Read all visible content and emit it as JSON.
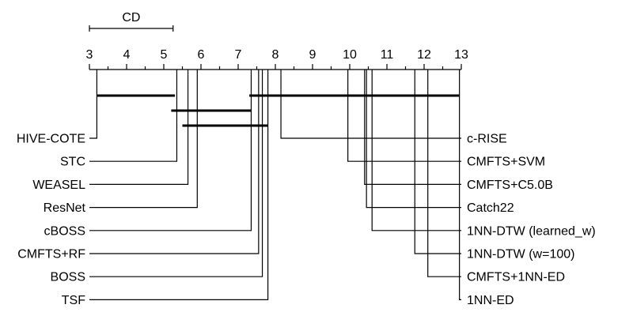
{
  "chart_data": {
    "type": "critical-difference-diagram",
    "cd_label": "CD",
    "cd_value": 2.25,
    "axis": {
      "min": 3,
      "max": 13,
      "ticks": [
        3,
        4,
        5,
        6,
        7,
        8,
        9,
        10,
        11,
        12,
        13
      ],
      "tick_labels": [
        "3",
        "4",
        "5",
        "6",
        "7",
        "8",
        "9",
        "10",
        "11",
        "12",
        "13"
      ]
    },
    "left_methods": [
      {
        "name": "HIVE-COTE",
        "rank": 3.2
      },
      {
        "name": "STC",
        "rank": 5.35
      },
      {
        "name": "WEASEL",
        "rank": 5.65
      },
      {
        "name": "ResNet",
        "rank": 5.9
      },
      {
        "name": "cBOSS",
        "rank": 7.35
      },
      {
        "name": "CMFTS+RF",
        "rank": 7.55
      },
      {
        "name": "BOSS",
        "rank": 7.65
      },
      {
        "name": "TSF",
        "rank": 7.8
      }
    ],
    "right_methods": [
      {
        "name": "c-RISE",
        "rank": 8.15
      },
      {
        "name": "CMFTS+SVM",
        "rank": 9.95
      },
      {
        "name": "CMFTS+C5.0B",
        "rank": 10.4
      },
      {
        "name": "Catch22",
        "rank": 10.45
      },
      {
        "name": "1NN-DTW (learned_w)",
        "rank": 10.6
      },
      {
        "name": "1NN-DTW (w=100)",
        "rank": 11.75
      },
      {
        "name": "CMFTS+1NN-ED",
        "rank": 12.1
      },
      {
        "name": "1NN-ED",
        "rank": 12.95
      }
    ],
    "cliques": [
      {
        "from": 3.2,
        "to": 5.3
      },
      {
        "from": 5.2,
        "to": 7.35
      },
      {
        "from": 5.5,
        "to": 7.8
      },
      {
        "from": 7.3,
        "to": 12.95
      }
    ]
  }
}
